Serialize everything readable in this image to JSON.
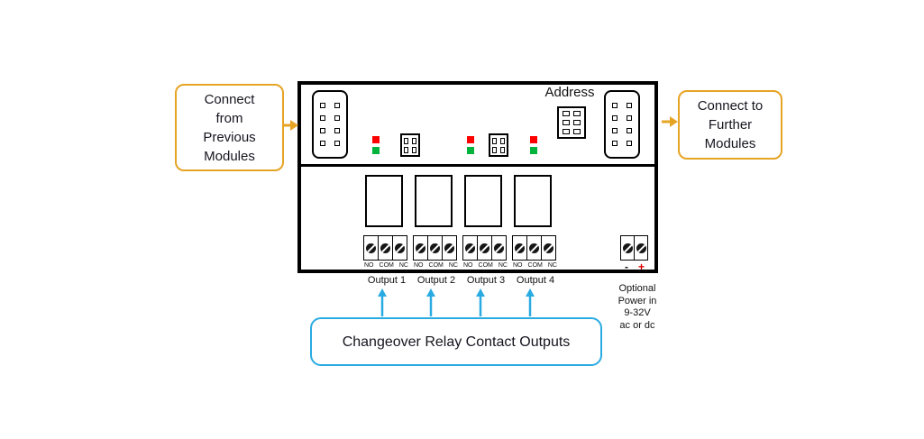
{
  "module": {
    "address_label": "Address"
  },
  "callouts": {
    "left": {
      "lines": [
        "Connect",
        "from",
        "Previous",
        "Modules"
      ]
    },
    "right": {
      "lines": [
        "Connect to",
        "Further",
        "Modules"
      ]
    },
    "bottom": {
      "label": "Changeover Relay Contact Outputs"
    }
  },
  "outputs": {
    "labels": [
      "Output 1",
      "Output 2",
      "Output 3",
      "Output 4"
    ],
    "terminal_pins": [
      "NO",
      "COM",
      "NC"
    ]
  },
  "power": {
    "minus": "-",
    "plus": "+",
    "note_lines": [
      "Optional",
      "Power in",
      "9-32V",
      "ac or dc"
    ]
  },
  "colors": {
    "callout_yellow": "#e6a425",
    "callout_blue": "#29abe2",
    "led_red": "#ff0000",
    "led_green": "#00b33c",
    "module_border": "#000000",
    "plus_red": "#dd0000"
  }
}
